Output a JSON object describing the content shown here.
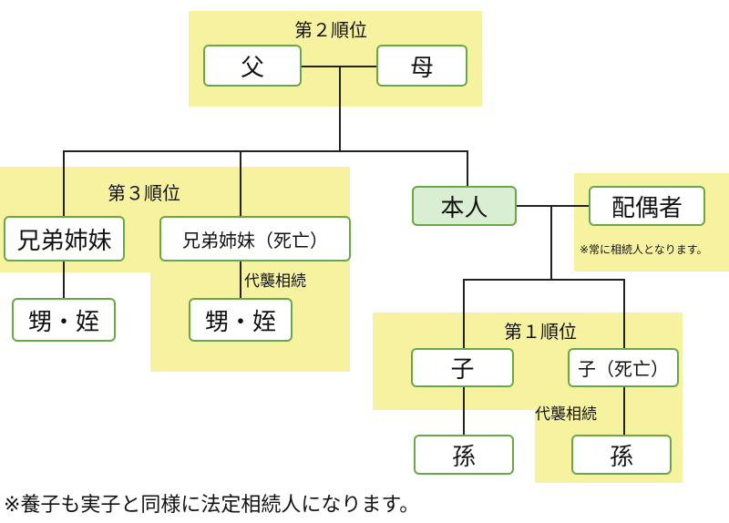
{
  "ranks": {
    "second": "第２順位",
    "third": "第３順位",
    "first": "第１順位"
  },
  "people": {
    "father": "父",
    "mother": "母",
    "self": "本人",
    "spouse": "配偶者",
    "siblings": "兄弟姉妹",
    "siblings_deceased": "兄弟姉妹（死亡）",
    "nephew_niece_1": "甥・姪",
    "nephew_niece_2": "甥・姪",
    "child": "子",
    "child_deceased": "子（死亡）",
    "grandchild_1": "孫",
    "grandchild_2": "孫"
  },
  "notes": {
    "spouse_note": "※常に相続人となります。",
    "substitution_1": "代襲相続",
    "substitution_2": "代襲相続",
    "footnote": "※養子も実子と同様に法定相続人になります。"
  },
  "colors": {
    "highlight_zone": "#f7f2a0",
    "box_border": "#6aa846",
    "self_fill": "#d9eed3",
    "line": "#222222"
  }
}
